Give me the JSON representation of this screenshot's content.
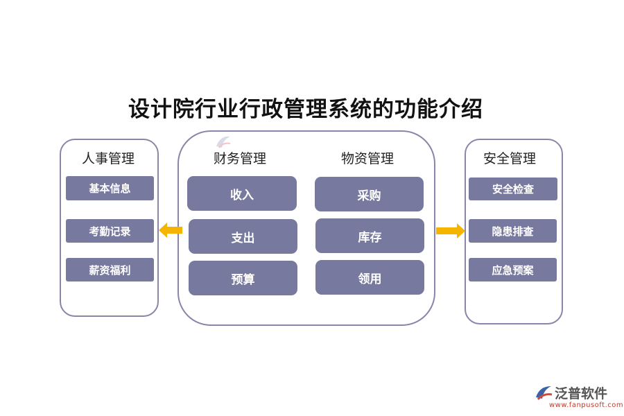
{
  "title": "设计院行业行政管理系统的功能介绍",
  "hr": {
    "heading": "人事管理",
    "items": [
      "基本信息",
      "考勤记录",
      "薪资福利"
    ]
  },
  "finance": {
    "heading": "财务管理",
    "items": [
      "收入",
      "支出",
      "预算"
    ]
  },
  "materials": {
    "heading": "物资管理",
    "items": [
      "采购",
      "库存",
      "领用"
    ]
  },
  "safety": {
    "heading": "安全管理",
    "items": [
      "安全检查",
      "隐患排查",
      "应急预案"
    ]
  },
  "logo": {
    "name": "泛普软件",
    "url": "www.fanpusoft.com"
  },
  "colors": {
    "box_fill": "#77799e",
    "panel_border": "#8a84a8",
    "arrow": "#f5b400"
  }
}
